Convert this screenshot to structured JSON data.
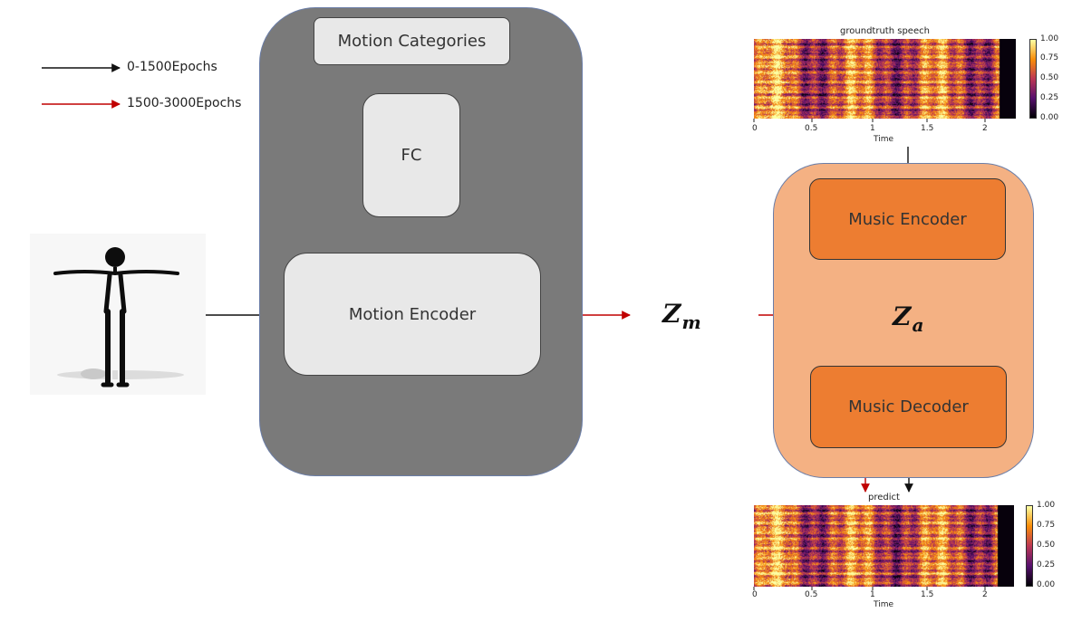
{
  "legend": {
    "black_label": "0-1500Epochs",
    "red_label": "1500-3000Epochs"
  },
  "left_module": {
    "categories_label": "Motion Categories",
    "fc_label": "FC",
    "encoder_label": "Motion Encoder"
  },
  "latents": {
    "zm_main": "Z",
    "zm_sub": "m",
    "za_main": "Z",
    "za_sub": "a"
  },
  "right_module": {
    "encoder_label": "Music Encoder",
    "decoder_label": "Music Decoder"
  },
  "spectrograms": {
    "top_title": "groundtruth speech",
    "bottom_title": "predict",
    "x_label": "Time",
    "x_ticks": [
      "0",
      "0.5",
      "1",
      "1.5",
      "2"
    ],
    "colorbar_ticks": [
      "1.00",
      "0.75",
      "0.50",
      "0.25",
      "0.00"
    ]
  },
  "colors": {
    "black_arrow": "#111111",
    "red_arrow": "#c00000",
    "grey_panel": "#7a7a7a",
    "peach_panel": "#f4b183",
    "orange_box": "#ed7d31"
  },
  "icons": {
    "figure": "stick-figure-t-pose"
  }
}
